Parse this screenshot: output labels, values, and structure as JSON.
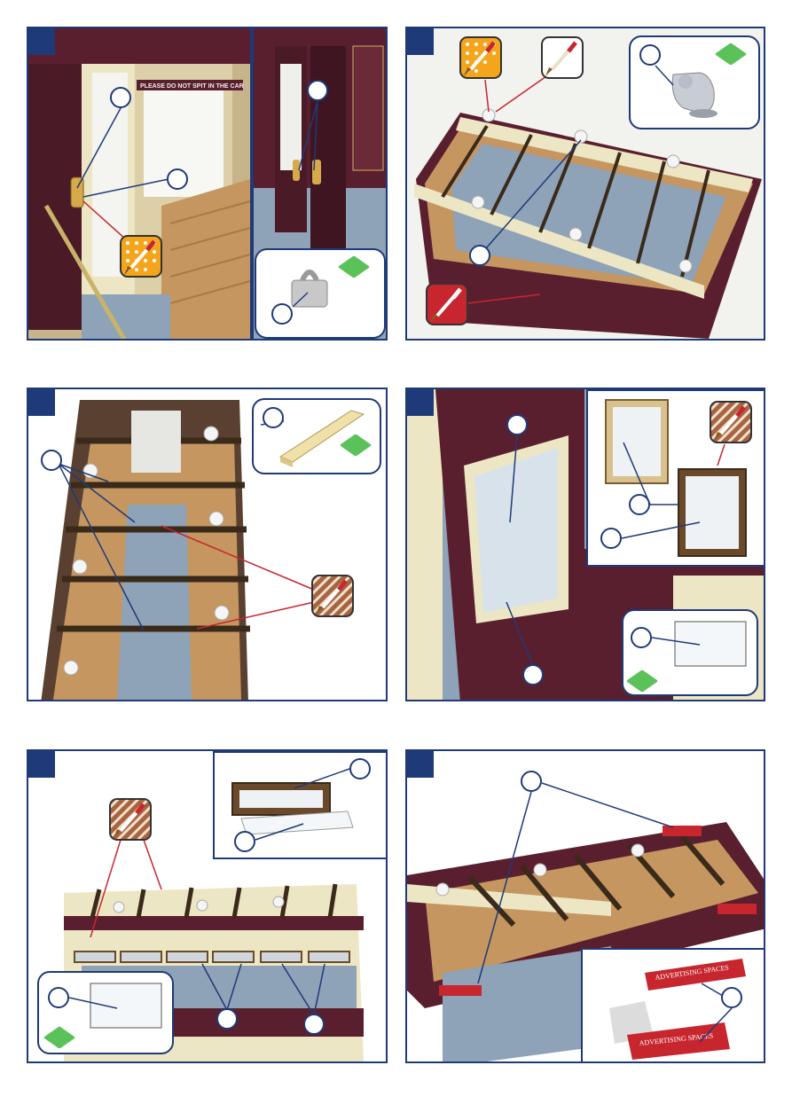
{
  "panels": {
    "p1": {
      "sign_text": "PLEASE DO NOT SPIT IN THE CAR"
    },
    "p6": {
      "advert_1": "ADVERTISING SPACES",
      "advert_2": "ADVERTISING SPACES"
    }
  },
  "colors": {
    "frame_blue": "#1f3a78",
    "glue_green": "#5bc25a",
    "paint_yellow": "#f4a51c",
    "paint_red": "#c7262f",
    "paint_brown_stripes": "#a8643f",
    "car_maroon": "#5a1f2e",
    "car_cream": "#ede6c4",
    "floor_blue": "#8ea2b8"
  },
  "icons": [
    "paintbrush-yellow-dots-icon",
    "paintbrush-white-icon",
    "paintbrush-red-icon",
    "paintbrush-striped-icon",
    "glue-green-icon"
  ]
}
